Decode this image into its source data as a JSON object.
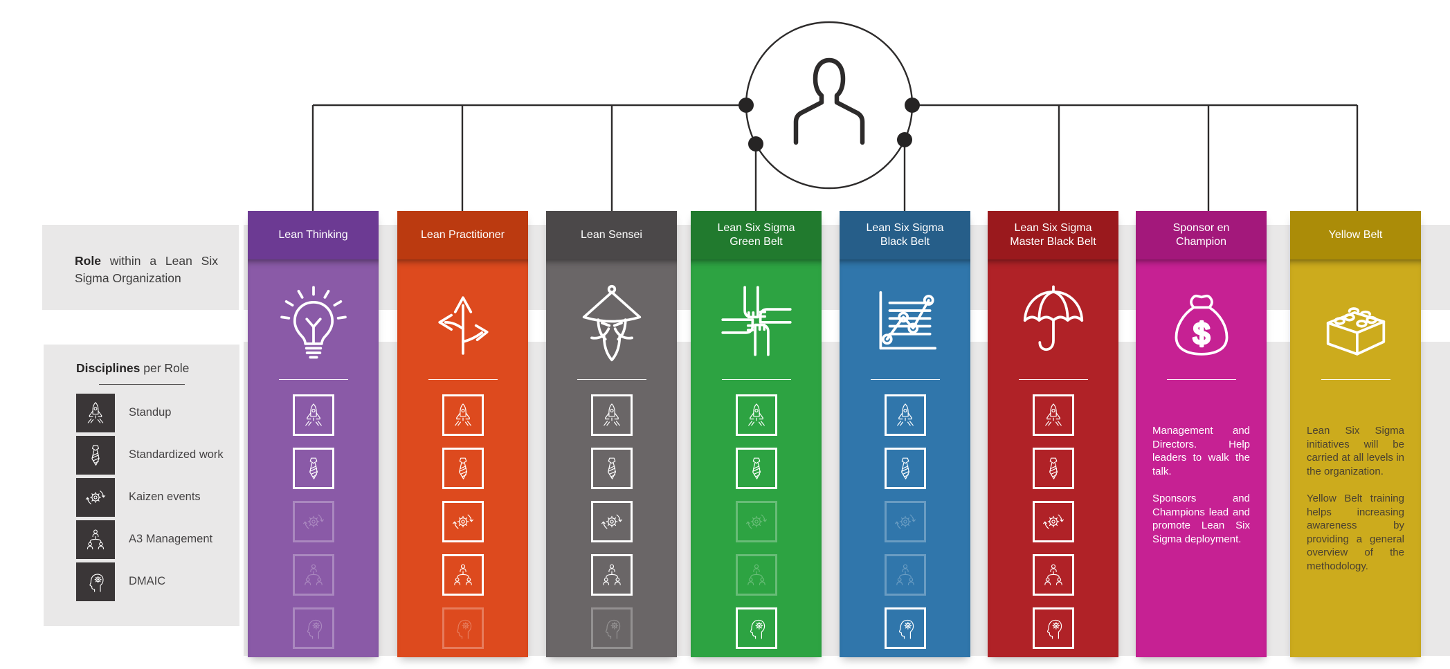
{
  "colors": {
    "page_bg": "#ffffff",
    "band": "#e9e8e8",
    "connector_line": "#2d2b2b",
    "discipline_tile": "#3a3637"
  },
  "top_chart": {
    "person_icon": "person-icon"
  },
  "left_panel": {
    "role_title_bold": "Role",
    "role_title_rest": " within a Lean Six Sigma Organization",
    "disciplines_title_bold": "Disciplines",
    "disciplines_title_rest": " per Role",
    "disciplines": [
      {
        "label": "Standup",
        "icon": "rocket-icon"
      },
      {
        "label": "Standardized work",
        "icon": "tie-icon"
      },
      {
        "label": "Kaizen events",
        "icon": "kaizen-cycle-icon"
      },
      {
        "label": "A3 Management",
        "icon": "a3-people-icon"
      },
      {
        "label": "DMAIC",
        "icon": "head-gear-icon"
      }
    ]
  },
  "columns": [
    {
      "title": "Lean Thinking",
      "icon": "lightbulb-icon",
      "colors": {
        "header": "#6c3a93",
        "body": "#8a5aa7"
      },
      "disciplines": {
        "standup": true,
        "standardized_work": true,
        "kaizen_events": false,
        "a3_management": false,
        "dmaic": false
      }
    },
    {
      "title": "Lean Practitioner",
      "icon": "crossroads-arrows-icon",
      "colors": {
        "header": "#bb3a10",
        "body": "#dd4a1e"
      },
      "disciplines": {
        "standup": true,
        "standardized_work": true,
        "kaizen_events": true,
        "a3_management": true,
        "dmaic": false
      }
    },
    {
      "title": "Lean Sensei",
      "icon": "sensei-icon",
      "colors": {
        "header": "#4b4849",
        "body": "#6a6667"
      },
      "disciplines": {
        "standup": true,
        "standardized_work": true,
        "kaizen_events": true,
        "a3_management": true,
        "dmaic": false
      }
    },
    {
      "title": "Lean Six Sigma Green Belt",
      "icon": "teamwork-hands-icon",
      "colors": {
        "header": "#217a2e",
        "body": "#2da342"
      },
      "disciplines": {
        "standup": true,
        "standardized_work": true,
        "kaizen_events": false,
        "a3_management": false,
        "dmaic": true
      }
    },
    {
      "title": "Lean Six Sigma Black Belt",
      "icon": "growth-chart-icon",
      "colors": {
        "header": "#265e89",
        "body": "#3076ab"
      },
      "disciplines": {
        "standup": true,
        "standardized_work": true,
        "kaizen_events": false,
        "a3_management": false,
        "dmaic": true
      }
    },
    {
      "title": "Lean Six Sigma Master Black Belt",
      "icon": "umbrella-icon",
      "colors": {
        "header": "#9a191d",
        "body": "#b02227"
      },
      "disciplines": {
        "standup": true,
        "standardized_work": true,
        "kaizen_events": true,
        "a3_management": true,
        "dmaic": true
      }
    },
    {
      "title": "Sponsor en Champion",
      "icon": "money-bag-icon",
      "colors": {
        "header": "#a3187b",
        "body": "#c62193"
      },
      "text_color": "#ffffff",
      "paragraphs": [
        "Management and Directors. Help leaders to walk the talk.",
        "Sponsors and Champions lead and promote Lean Six Sigma deployment."
      ]
    },
    {
      "title": "Yellow Belt",
      "icon": "lego-brick-icon",
      "colors": {
        "header": "#ab8c08",
        "body": "#ccab1d"
      },
      "text_color": "#4a4130",
      "paragraphs": [
        "Lean Six Sigma initiatives will be carried at all levels in the organization.",
        "Yellow Belt training helps increasing awareness by providing a general overview of the methodology."
      ]
    }
  ]
}
